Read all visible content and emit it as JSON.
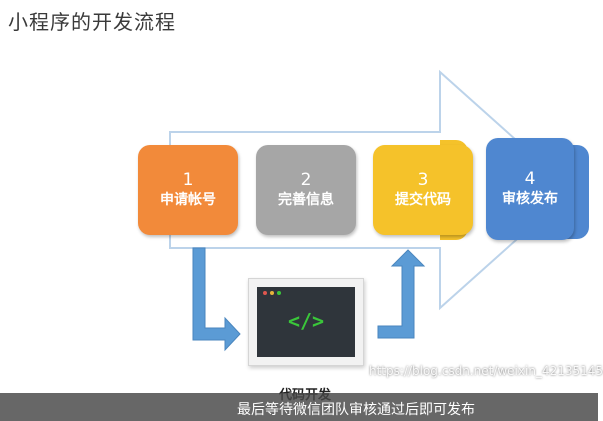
{
  "title": "小程序的开发流程",
  "steps": [
    {
      "num": "1",
      "label": "申请帐号",
      "color": "#f28a3a"
    },
    {
      "num": "2",
      "label": "完善信息",
      "color": "#a6a6a6"
    },
    {
      "num": "3",
      "label": "提交代码",
      "color": "#f5c22a"
    },
    {
      "num": "4",
      "label": "审核发布",
      "color": "#4f87d0"
    }
  ],
  "code_dev": {
    "glyph": "</>",
    "label": "代码开发"
  },
  "watermark": "https://blog.csdn.net/weixin_42135145",
  "caption": "最后等待微信团队审核通过后即可发布"
}
